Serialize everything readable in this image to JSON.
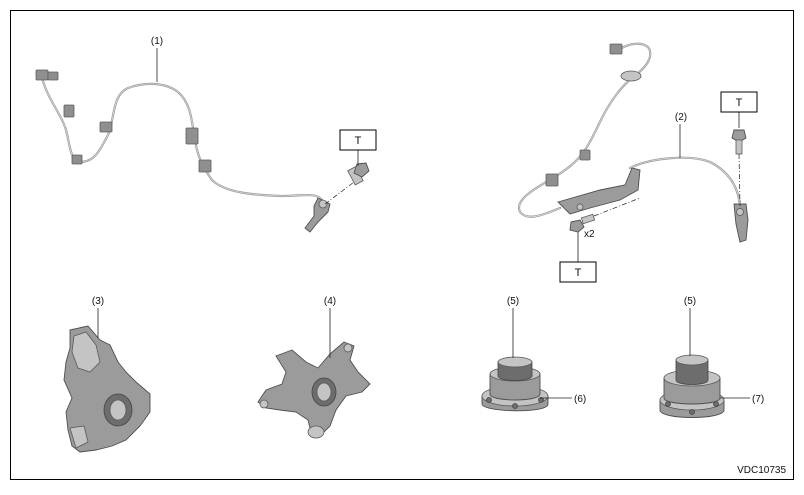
{
  "callouts": {
    "c1": "(1)",
    "c2": "(2)",
    "c3": "(3)",
    "c4": "(4)",
    "c5a": "(5)",
    "c5b": "(5)",
    "c6": "(6)",
    "c7": "(7)"
  },
  "torque_labels": {
    "t1": "T",
    "t2": "T",
    "t3": "T"
  },
  "quantity_label": "x2",
  "figure_code": "VDC10735",
  "colors": {
    "frame": "#000000",
    "part_fill": "#9b9b9b",
    "wire": "#9a9a9a"
  }
}
